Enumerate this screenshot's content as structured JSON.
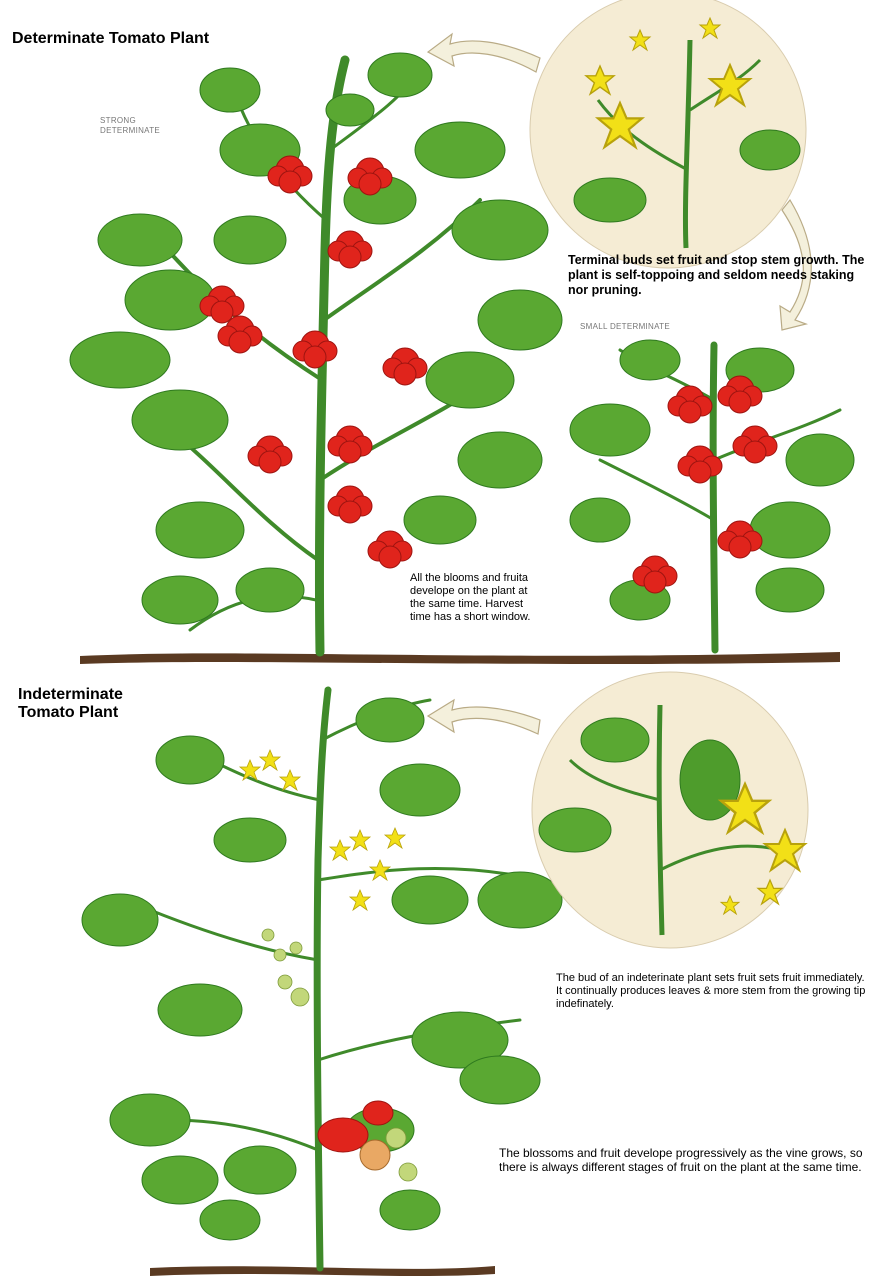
{
  "determinate": {
    "title": "Determinate Tomato Plant",
    "strong_label_line1": "STRONG",
    "strong_label_line2": "DETERMINATE",
    "small_label": "SMALL DETERMINATE",
    "terminal_note": "Terminal buds set fruit and stop stem growth. The plant is self-toppoing and seldom needs staking nor pruning.",
    "blooms_note": "All the blooms and fruita develope on the plant at the same time. Harvest time has a short window."
  },
  "indeterminate": {
    "title_line1": "Indeterminate",
    "title_line2": "Tomato Plant",
    "bud_note": "The bud of an indeterinate plant sets fruit sets fruit immediately. It continually produces leaves & more stem from the growing tip indefinately.",
    "progressive_note": "The blossoms and fruit develope progressively as the vine grows, so there is always different stages of fruit on the plant at the same time."
  },
  "colors": {
    "leaf": "#5aa832",
    "leaf_dark": "#2f7a1f",
    "stem": "#3f8a2a",
    "fruit_red": "#e0241c",
    "fruit_green": "#c2d77a",
    "flower_yellow": "#f2e017",
    "soil": "#5a3a22",
    "inset_circle": "#f5ecd4",
    "arrow_fill": "#f4f0dc"
  },
  "icons": [
    "curved-arrow-icon",
    "flower-icon",
    "tomato-icon",
    "leaf-icon"
  ]
}
